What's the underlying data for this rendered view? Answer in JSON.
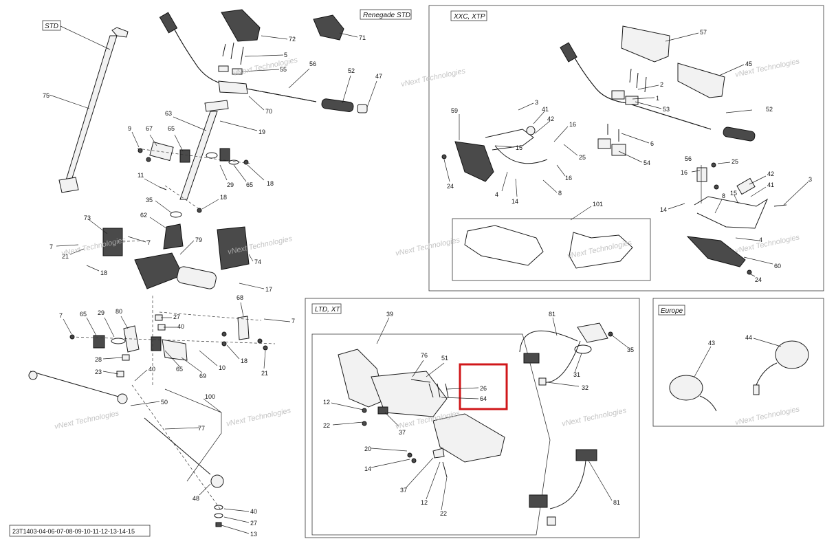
{
  "diagram_id": "23T1403-04-06-07-08-09-10-11-12-13-14-15",
  "watermark": "vNext Technologies",
  "highlight_color": "#d0171a",
  "panels": {
    "std": "STD",
    "renegade_std": "Renegade STD",
    "xxc_xtp": "XXC, XTP",
    "ltd_xt": "LTD, XT",
    "europe": "Europe"
  },
  "callouts": [
    "72",
    "71",
    "5",
    "55",
    "56",
    "52",
    "47",
    "70",
    "19",
    "63",
    "9",
    "67",
    "65",
    "29",
    "65",
    "18",
    "11",
    "35",
    "18",
    "62",
    "79",
    "73",
    "7",
    "7",
    "21",
    "18",
    "74",
    "17",
    "68",
    "7",
    "18",
    "65",
    "29",
    "80",
    "27",
    "40",
    "7",
    "21",
    "10",
    "69",
    "65",
    "28",
    "23",
    "40",
    "50",
    "100",
    "77",
    "48",
    "40",
    "27",
    "13",
    "57",
    "45",
    "2",
    "1",
    "53",
    "6",
    "54",
    "3",
    "41",
    "42",
    "16",
    "15",
    "59",
    "25",
    "16",
    "24",
    "4",
    "14",
    "8",
    "56",
    "52",
    "25",
    "16",
    "42",
    "41",
    "15",
    "8",
    "3",
    "14",
    "4",
    "60",
    "24",
    "101",
    "39",
    "76",
    "51",
    "26",
    "64",
    "12",
    "22",
    "37",
    "20",
    "14",
    "37",
    "12",
    "22",
    "81",
    "35",
    "31",
    "32",
    "81",
    "43",
    "44",
    "75"
  ]
}
